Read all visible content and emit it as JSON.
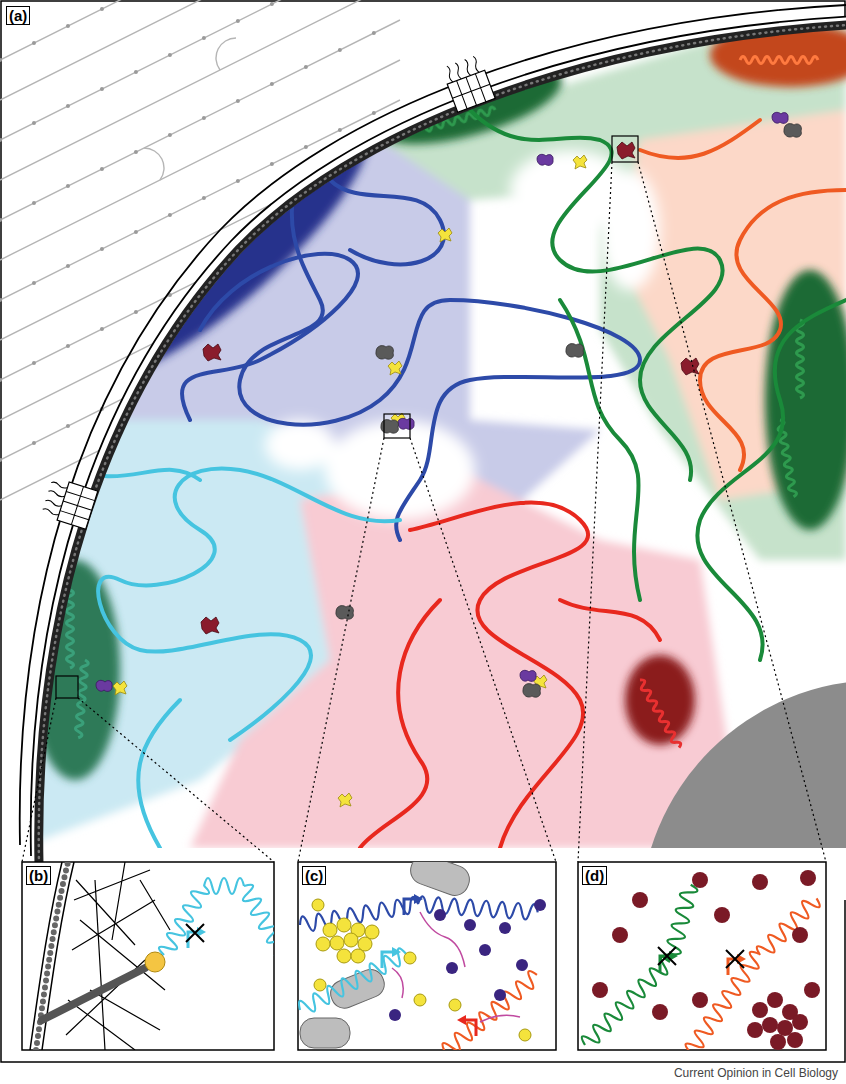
{
  "diagram": {
    "labels": [
      "(a)",
      "(b)",
      "(c)",
      "(d)",
      "Current Opinion in Cell Biology"
    ]
  }
}
